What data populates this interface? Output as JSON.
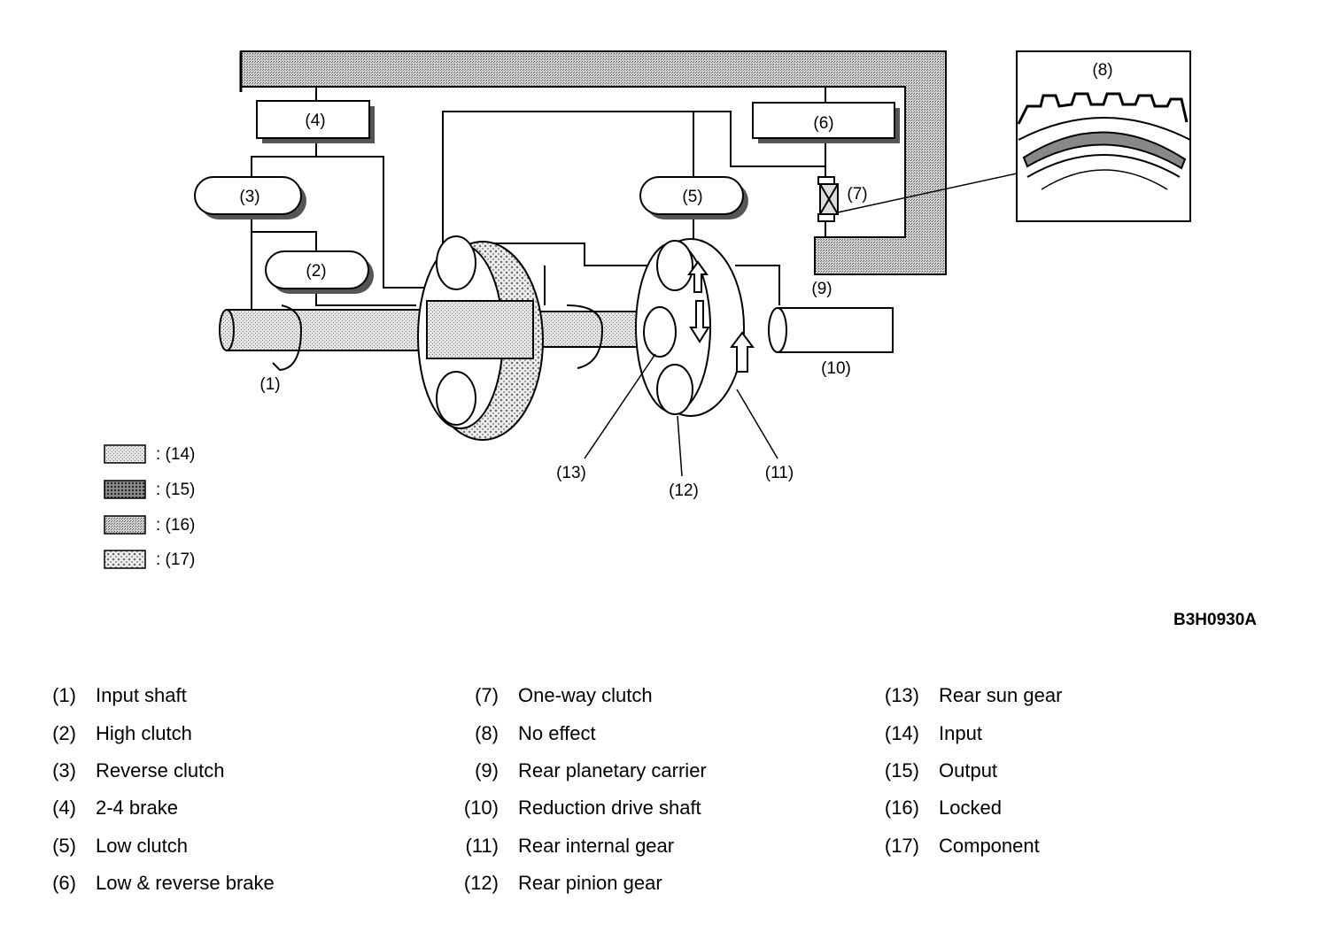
{
  "diagram": {
    "labels": {
      "n1": "(1)",
      "n2": "(2)",
      "n3": "(3)",
      "n4": "(4)",
      "n5": "(5)",
      "n6": "(6)",
      "n7": "(7)",
      "n8": "(8)",
      "n9": "(9)",
      "n10": "(10)",
      "n11": "(11)",
      "n12": "(12)",
      "n13": "(13)"
    },
    "key": [
      {
        "label": ": (14)"
      },
      {
        "label": ": (15)"
      },
      {
        "label": ": (16)"
      },
      {
        "label": ": (17)"
      }
    ],
    "code": "B3H0930A"
  },
  "legend": {
    "col1": [
      {
        "num": "(1)",
        "text": "Input shaft"
      },
      {
        "num": "(2)",
        "text": "High clutch"
      },
      {
        "num": "(3)",
        "text": "Reverse clutch"
      },
      {
        "num": "(4)",
        "text": "2-4 brake"
      },
      {
        "num": "(5)",
        "text": "Low clutch"
      },
      {
        "num": "(6)",
        "text": "Low & reverse brake"
      }
    ],
    "col2": [
      {
        "num": "(7)",
        "text": "One-way clutch"
      },
      {
        "num": "(8)",
        "text": "No effect"
      },
      {
        "num": "(9)",
        "text": "Rear planetary carrier"
      },
      {
        "num": "(10)",
        "text": "Reduction drive shaft"
      },
      {
        "num": "(11)",
        "text": "Rear internal gear"
      },
      {
        "num": "(12)",
        "text": "Rear pinion gear"
      }
    ],
    "col3": [
      {
        "num": "(13)",
        "text": "Rear sun gear"
      },
      {
        "num": "(14)",
        "text": "Input"
      },
      {
        "num": "(15)",
        "text": "Output"
      },
      {
        "num": "(16)",
        "text": "Locked"
      },
      {
        "num": "(17)",
        "text": "Component"
      }
    ]
  }
}
